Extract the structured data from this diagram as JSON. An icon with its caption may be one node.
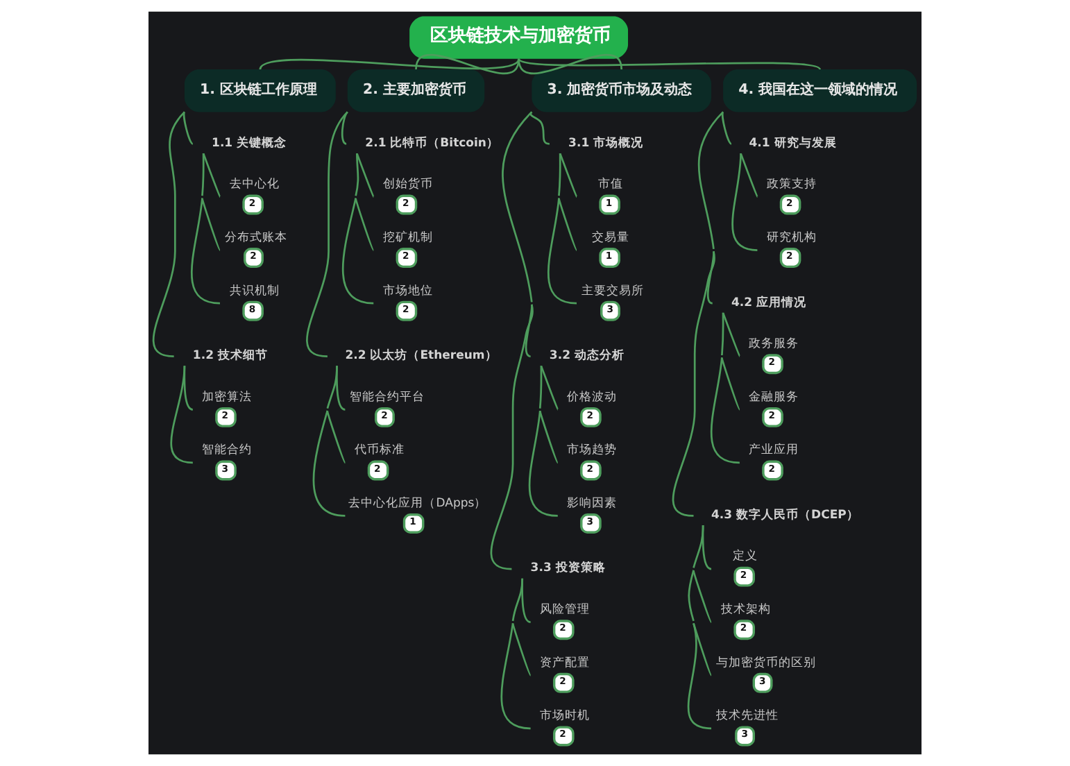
{
  "diagram": {
    "nodes": [
      {
        "text": [
          "区块链技术与加密货币"
        ]
      },
      {
        "text": [
          "1. 区块链工作原理"
        ]
      },
      {
        "text": [
          "1.1 关键概念"
        ]
      },
      {
        "text": [
          "去中心化",
          "2"
        ]
      },
      {
        "text": [
          "分布式账本",
          "2"
        ]
      },
      {
        "text": [
          "共识机制",
          "8"
        ]
      },
      {
        "text": [
          "1.2 技术细节"
        ]
      },
      {
        "text": [
          "加密算法",
          "2"
        ]
      },
      {
        "text": [
          "智能合约",
          "3"
        ]
      },
      {
        "text": [
          "2. 主要加密货币"
        ]
      },
      {
        "text": [
          "2.1 比特币（Bitcoin）"
        ]
      },
      {
        "text": [
          "创始货币",
          "2"
        ]
      },
      {
        "text": [
          "挖矿机制",
          "2"
        ]
      },
      {
        "text": [
          "市场地位",
          "2"
        ]
      },
      {
        "text": [
          "2.2 以太坊（Ethereum）"
        ]
      },
      {
        "text": [
          "智能合约平台",
          "2"
        ]
      },
      {
        "text": [
          "代币标准",
          "2"
        ]
      },
      {
        "text": [
          "去中心化应用（DApps）",
          "1"
        ]
      },
      {
        "text": [
          "3. 加密货币市场及动态"
        ]
      },
      {
        "text": [
          "3.1 市场概况"
        ]
      },
      {
        "text": [
          "市值",
          "1"
        ]
      },
      {
        "text": [
          "交易量",
          "1"
        ]
      },
      {
        "text": [
          "主要交易所",
          "3"
        ]
      },
      {
        "text": [
          "3.2 动态分析"
        ]
      },
      {
        "text": [
          "价格波动",
          "2"
        ]
      },
      {
        "text": [
          "市场趋势",
          "2"
        ]
      },
      {
        "text": [
          "影响因素",
          "3"
        ]
      },
      {
        "text": [
          "3.3 投资策略"
        ]
      },
      {
        "text": [
          "风险管理",
          "2"
        ]
      },
      {
        "text": [
          "资产配置",
          "2"
        ]
      },
      {
        "text": [
          "市场时机",
          "2"
        ]
      },
      {
        "text": [
          "4. 我国在这一领域的情况"
        ]
      },
      {
        "text": [
          "4.1 研究与发展"
        ]
      },
      {
        "text": [
          "政策支持",
          "2"
        ]
      },
      {
        "text": [
          "研究机构",
          "2"
        ]
      },
      {
        "text": [
          "4.2 应用情况"
        ]
      },
      {
        "text": [
          "政务服务",
          "2"
        ]
      },
      {
        "text": [
          "金融服务",
          "2"
        ]
      },
      {
        "text": [
          "产业应用",
          "2"
        ]
      },
      {
        "text": [
          "4.3 数字人民币（DCEP）"
        ]
      },
      {
        "text": [
          "定义",
          "2"
        ]
      },
      {
        "text": [
          "技术架构",
          "2"
        ]
      },
      {
        "text": [
          "与加密货币的区别",
          "3"
        ]
      },
      {
        "text": [
          "技术先进性",
          "3"
        ]
      }
    ],
    "edges": [
      {
        "from": 0,
        "to": 1,
        "arrow": "none"
      },
      {
        "from": 0,
        "to": 9,
        "arrow": "none"
      },
      {
        "from": 0,
        "to": 18,
        "arrow": "none"
      },
      {
        "from": 0,
        "to": 31,
        "arrow": "none"
      },
      {
        "from": 1,
        "to": 2,
        "arrow": "none"
      },
      {
        "from": 2,
        "to": 3,
        "arrow": "none"
      },
      {
        "from": 2,
        "to": 4,
        "arrow": "none"
      },
      {
        "from": 2,
        "to": 5,
        "arrow": "none"
      },
      {
        "from": 1,
        "to": 6,
        "arrow": "none"
      },
      {
        "from": 6,
        "to": 7,
        "arrow": "none"
      },
      {
        "from": 6,
        "to": 8,
        "arrow": "none"
      },
      {
        "from": 9,
        "to": 10,
        "arrow": "none"
      },
      {
        "from": 10,
        "to": 11,
        "arrow": "none"
      },
      {
        "from": 10,
        "to": 12,
        "arrow": "none"
      },
      {
        "from": 10,
        "to": 13,
        "arrow": "none"
      },
      {
        "from": 9,
        "to": 14,
        "arrow": "none"
      },
      {
        "from": 14,
        "to": 15,
        "arrow": "none"
      },
      {
        "from": 14,
        "to": 16,
        "arrow": "none"
      },
      {
        "from": 14,
        "to": 17,
        "arrow": "none"
      },
      {
        "from": 18,
        "to": 19,
        "arrow": "none"
      },
      {
        "from": 19,
        "to": 20,
        "arrow": "none"
      },
      {
        "from": 19,
        "to": 21,
        "arrow": "none"
      },
      {
        "from": 19,
        "to": 22,
        "arrow": "none"
      },
      {
        "from": 18,
        "to": 23,
        "arrow": "none"
      },
      {
        "from": 23,
        "to": 24,
        "arrow": "none"
      },
      {
        "from": 23,
        "to": 25,
        "arrow": "none"
      },
      {
        "from": 23,
        "to": 26,
        "arrow": "none"
      },
      {
        "from": 18,
        "to": 27,
        "arrow": "none"
      },
      {
        "from": 27,
        "to": 28,
        "arrow": "none"
      },
      {
        "from": 27,
        "to": 29,
        "arrow": "none"
      },
      {
        "from": 27,
        "to": 30,
        "arrow": "none"
      },
      {
        "from": 31,
        "to": 32,
        "arrow": "none"
      },
      {
        "from": 32,
        "to": 33,
        "arrow": "none"
      },
      {
        "from": 32,
        "to": 34,
        "arrow": "none"
      },
      {
        "from": 31,
        "to": 35,
        "arrow": "none"
      },
      {
        "from": 35,
        "to": 36,
        "arrow": "none"
      },
      {
        "from": 35,
        "to": 37,
        "arrow": "none"
      },
      {
        "from": 35,
        "to": 38,
        "arrow": "none"
      },
      {
        "from": 31,
        "to": 39,
        "arrow": "none"
      },
      {
        "from": 39,
        "to": 40,
        "arrow": "none"
      },
      {
        "from": 39,
        "to": 41,
        "arrow": "none"
      },
      {
        "from": 39,
        "to": 42,
        "arrow": "none"
      },
      {
        "from": 39,
        "to": 43,
        "arrow": "none"
      }
    ]
  }
}
